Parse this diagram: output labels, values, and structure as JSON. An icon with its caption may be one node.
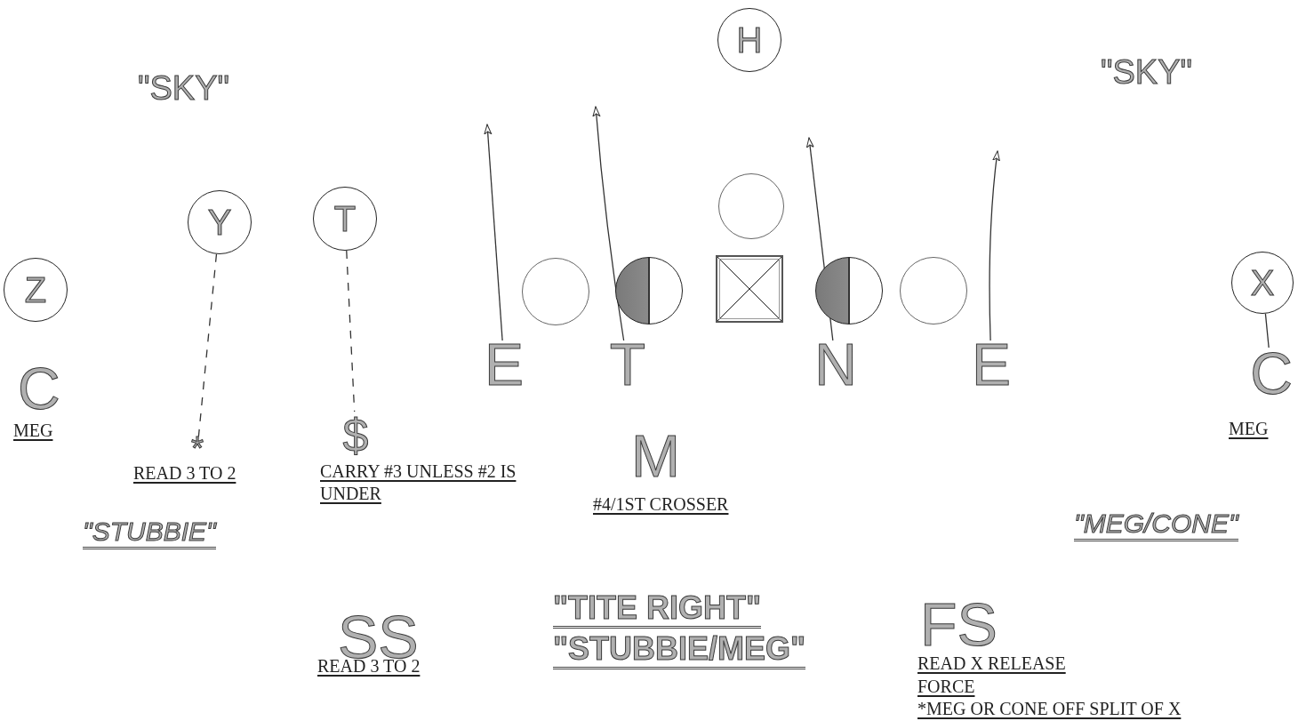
{
  "diagram": {
    "nodes": [
      {
        "text": [
          "H"
        ]
      },
      {
        "text": [
          "Z"
        ]
      },
      {
        "text": [
          "Y"
        ]
      },
      {
        "text": [
          "T"
        ]
      },
      {
        "text": [
          "X"
        ]
      },
      {
        "text": [],
        "shape": "circle"
      },
      {
        "text": [],
        "shape": "circle"
      },
      {
        "text": [],
        "shape": "circle"
      },
      {
        "text": [],
        "shape": "box"
      },
      {
        "text": [],
        "shape": "circle"
      },
      {
        "text": [],
        "shape": "circle"
      },
      {
        "text": [
          "E"
        ]
      },
      {
        "text": [
          "T"
        ]
      },
      {
        "text": [
          "N"
        ]
      },
      {
        "text": [
          "E"
        ]
      },
      {
        "text": [
          "C"
        ],
        "beside": [
          "MEG"
        ]
      },
      {
        "text": [
          "*"
        ],
        "beside": [
          "READ 3 TO 2"
        ]
      },
      {
        "text": [
          "$"
        ],
        "beside": [
          "CARRY #3 UNLESS #2 IS UNDER"
        ]
      }
    ],
    "edges": [
      {
        "from": 2,
        "to": 16,
        "arrow": "none",
        "style": "dashed"
      },
      {
        "from": 3,
        "to": 17,
        "arrow": "none",
        "style": "dashed"
      },
      {
        "from": 4,
        "to": 15,
        "arrow": "none"
      },
      {
        "from": 11,
        "to": null,
        "arrow": "to"
      },
      {
        "from": 12,
        "to": null,
        "arrow": "to"
      },
      {
        "from": 13,
        "to": null,
        "arrow": "to"
      },
      {
        "from": 14,
        "to": null,
        "arrow": "to"
      }
    ],
    "labels": [
      "\"SKY\"",
      "\"SKY\"",
      "C",
      "MEG",
      "M",
      "#4/1ST CROSSER",
      "\"STUBBIE\"",
      "\"MEG/CONE\"",
      "\"TITE RIGHT\"",
      "\"STUBBIE/MEG\"",
      "SS",
      "READ 3 TO 2",
      "FS",
      "READ X RELEASE",
      "FORCE",
      "*MEG OR CONE OFF SPLIT OF X"
    ]
  }
}
